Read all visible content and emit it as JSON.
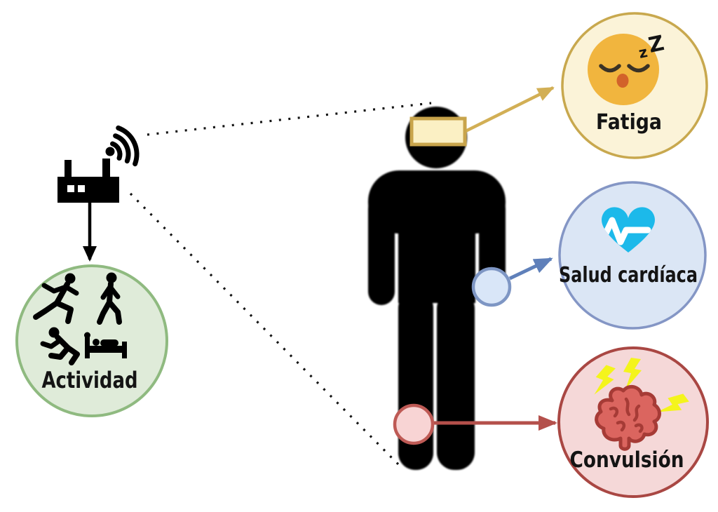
{
  "figure": {
    "type": "sensing-health-diagram",
    "background": "#ffffff",
    "label_color": "#141414"
  },
  "router": {
    "icon": "wifi-router-icon",
    "color": "#000000",
    "signal_icon": "wifi-signal-icon"
  },
  "person": {
    "icon": "person-silhouette-icon",
    "color": "#000000"
  },
  "sensors": {
    "headband": {
      "icon": "headband-sensor",
      "fill": "#fbf0c4",
      "border": "#c8a44b"
    },
    "wristband": {
      "icon": "wristband-sensor",
      "fill": "#d9e6f8",
      "border": "#7e96c4"
    },
    "ankleband": {
      "icon": "ankle-sensor",
      "fill": "#f8d4d4",
      "border": "#be5a55"
    }
  },
  "links": {
    "dotted_color": "#141414",
    "router_to_person": "dotted",
    "router_to_activity_arrow": "#000000",
    "headband_to_fatigue_arrow": "#d2af55",
    "wrist_to_heart_arrow": "#5f80ba",
    "ankle_to_seizure_arrow": "#b4504b"
  },
  "nodes": {
    "activity": {
      "label": "Actividad",
      "fill": "#dfebd9",
      "border": "#8fba80",
      "icon_color": "#000000",
      "icons": [
        "running-icon",
        "walking-icon",
        "falling-icon",
        "bed-icon"
      ]
    },
    "fatigue": {
      "label": "Fatiga",
      "fill": "#fbf3d8",
      "border": "#c8a84e",
      "icon": "sleeping-face-icon",
      "face_fill": "#f1b53e",
      "mouth_fill": "#d2622a",
      "zz_small": "z",
      "zz_large": "Z"
    },
    "heart": {
      "label": "Salud cardíaca",
      "fill": "#dbe6f5",
      "border": "#8496c5",
      "icon": "heart-pulse-icon",
      "heart_fill": "#1cb9ea",
      "pulse_color": "#ffffff"
    },
    "seizure": {
      "label": "Convulsión",
      "fill": "#f5d8d8",
      "border": "#a94743",
      "icon": "brain-lightning-icon",
      "brain_fill": "#db655f",
      "brain_outline": "#a63b36",
      "bolt_fill": "#f4f41c"
    }
  },
  "connections": [
    {
      "from": "wifi-router",
      "to": "Actividad",
      "style": "solid-arrow"
    },
    {
      "from": "wifi-router",
      "to": "person",
      "style": "dotted"
    },
    {
      "from": "headband-sensor",
      "to": "Fatiga",
      "style": "solid-arrow"
    },
    {
      "from": "wristband-sensor",
      "to": "Salud cardíaca",
      "style": "solid-arrow"
    },
    {
      "from": "ankle-sensor",
      "to": "Convulsión",
      "style": "solid-arrow"
    }
  ]
}
